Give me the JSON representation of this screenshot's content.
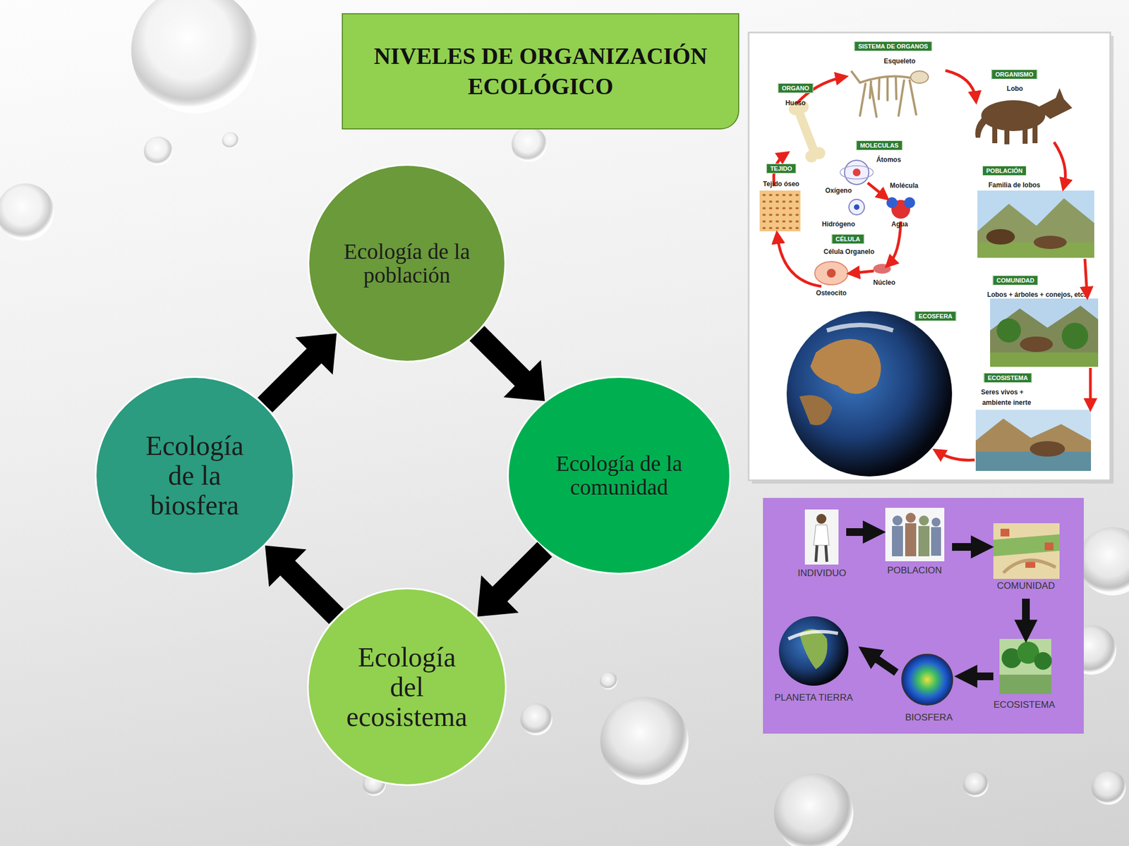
{
  "diagram": {
    "title": "NIVELES DE ORGANIZACIÓN ECOLÓGICO",
    "nodes": [
      {
        "text": [
          "Ecología de la población"
        ]
      },
      {
        "text": [
          "Ecología de la comunidad"
        ]
      },
      {
        "text": [
          "Ecología del ecosistema"
        ]
      },
      {
        "text": [
          "Ecología de la biosfera"
        ]
      }
    ],
    "edges": [
      {
        "from": 0,
        "to": 1,
        "arrow": "to"
      },
      {
        "from": 1,
        "to": 2,
        "arrow": "to"
      },
      {
        "from": 2,
        "to": 3,
        "arrow": "to"
      },
      {
        "from": 3,
        "to": 0,
        "arrow": "to"
      }
    ],
    "labels": [
      "SISTEMA DE ORGANOS",
      "Esqueleto",
      "ORGANISMO",
      "Lobo",
      "ORGANO",
      "Hueso",
      "MOLECULAS",
      "Átomos",
      "TEJIDO",
      "Tejido óseo",
      "Oxígeno",
      "Molécula",
      "Hidrógeno",
      "Agua",
      "POBLACIÓN",
      "Familia de lobos",
      "CÉLULA",
      "Célula Organelo",
      "Núcleo",
      "Osteocito",
      "COMUNIDAD",
      "Lobos + árboles + conejos, etc.",
      "ECOSFERA",
      "ECOSISTEMA",
      "Seres vivos +",
      "ambiente inerte",
      "INDIVIDUO",
      "POBLACION",
      "COMUNIDAD",
      "ECOSISTEMA",
      "BIOSFERA",
      "PLANETA TIERRA"
    ]
  }
}
